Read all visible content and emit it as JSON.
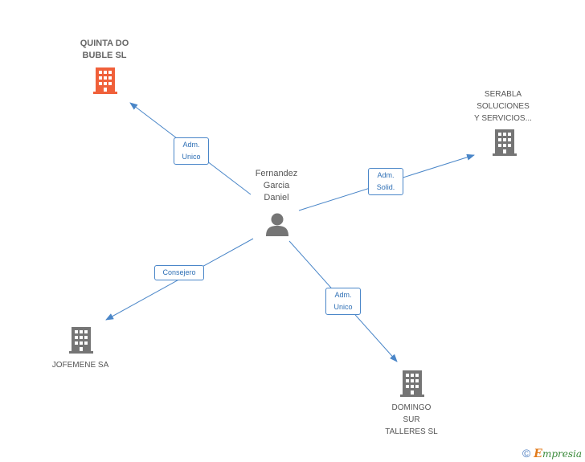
{
  "center": {
    "lines": [
      "Fernandez",
      "Garcia",
      "Daniel"
    ],
    "icon": "person-icon"
  },
  "companies": [
    {
      "id": "quinta",
      "lines": [
        "QUINTA DO",
        "BUBLE SL"
      ],
      "highlight": true,
      "color": "#f0603a"
    },
    {
      "id": "serabla",
      "lines": [
        "SERABLA",
        "SOLUCIONES",
        "Y SERVICIOS..."
      ],
      "highlight": false,
      "color": "#757575"
    },
    {
      "id": "jofemene",
      "lines": [
        "JOFEMENE SA"
      ],
      "highlight": false,
      "color": "#757575"
    },
    {
      "id": "domingo",
      "lines": [
        "DOMINGO",
        "SUR",
        "TALLERES SL"
      ],
      "highlight": false,
      "color": "#757575"
    }
  ],
  "relations": [
    {
      "id": "rel-quinta",
      "lines": [
        "Adm.",
        "Unico"
      ]
    },
    {
      "id": "rel-serabla",
      "lines": [
        "Adm.",
        "Solid."
      ]
    },
    {
      "id": "rel-jofemene",
      "lines": [
        "Consejero"
      ]
    },
    {
      "id": "rel-domingo",
      "lines": [
        "Adm.",
        "Unico"
      ]
    }
  ],
  "edge_color": "#4a86c8",
  "footer": {
    "copyright": "©",
    "brand_initial": "E",
    "brand_rest": "mpresia"
  }
}
